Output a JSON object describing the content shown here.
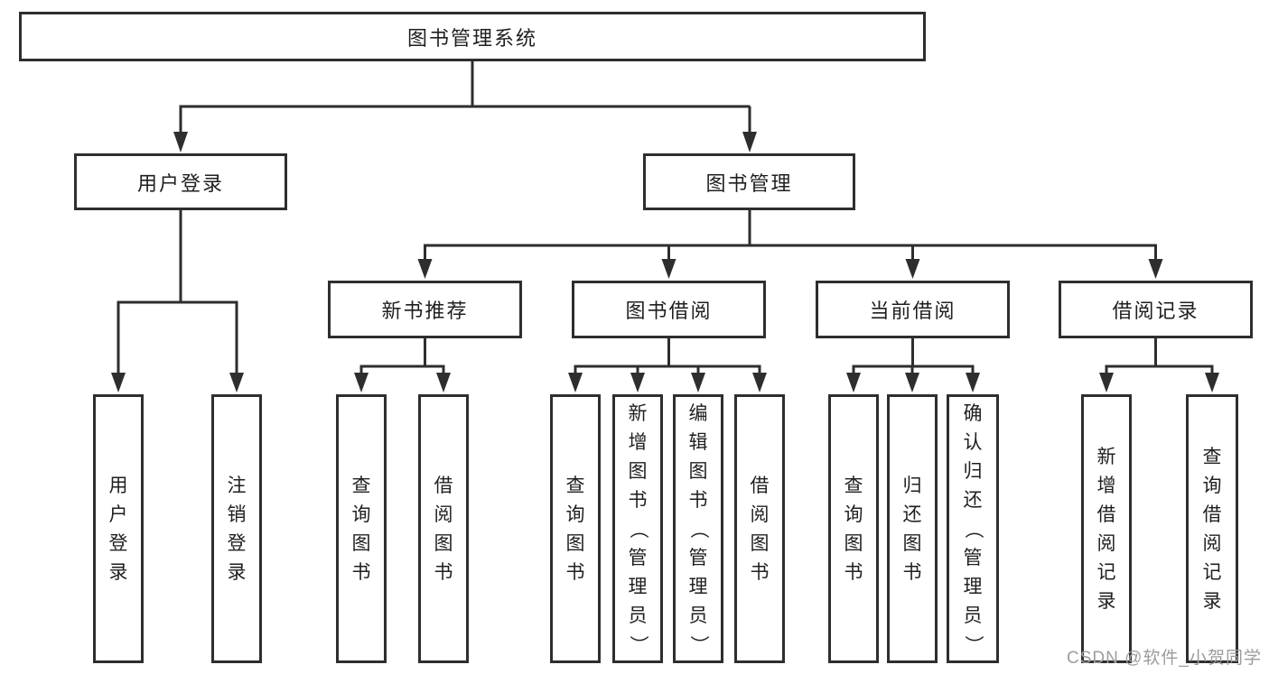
{
  "diagram": {
    "tree": {
      "root": {
        "label": "图书管理系统",
        "children": [
          {
            "label": "用户登录",
            "children": [
              {
                "label": "用户登录"
              },
              {
                "label": "注销登录"
              }
            ]
          },
          {
            "label": "图书管理",
            "children": [
              {
                "label": "新书推荐",
                "children": [
                  {
                    "label": "查询图书"
                  },
                  {
                    "label": "借阅图书"
                  }
                ]
              },
              {
                "label": "图书借阅",
                "children": [
                  {
                    "label": "查询图书"
                  },
                  {
                    "label": "新增图书（管理员）"
                  },
                  {
                    "label": "编辑图书（管理员）"
                  },
                  {
                    "label": "借阅图书"
                  }
                ]
              },
              {
                "label": "当前借阅",
                "children": [
                  {
                    "label": "查询图书"
                  },
                  {
                    "label": "归还图书"
                  },
                  {
                    "label": "确认归还（管理员）"
                  }
                ]
              },
              {
                "label": "借阅记录",
                "children": [
                  {
                    "label": "新增借阅记录"
                  },
                  {
                    "label": "查询借阅记录"
                  }
                ]
              }
            ]
          }
        ]
      }
    },
    "watermark": "CSDN @软件_小贺同学",
    "colors": {
      "line": "#2e2e2e",
      "text": "#1f1f1f",
      "watermark": "#9c9c9c",
      "background": "#ffffff"
    }
  }
}
